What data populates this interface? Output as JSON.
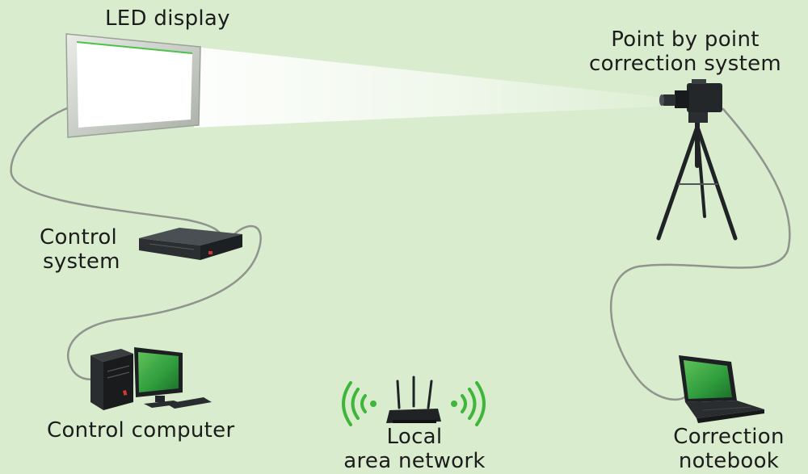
{
  "labels": {
    "led_display": "LED display",
    "correction_system": [
      "Point by point",
      "correction system"
    ],
    "control_system": [
      "Control",
      "system"
    ],
    "control_computer": "Control computer",
    "local_area_network": [
      "Local",
      "area network"
    ],
    "correction_notebook": [
      "Correction",
      "notebook"
    ]
  },
  "colors": {
    "background": "#d9ecce",
    "cable": "#8a8f88",
    "wifi_waves": "#3fb53a",
    "screen_green": "#2e9b3c",
    "device_dark": "#1f2326"
  },
  "icons": [
    "led-panel-icon",
    "camera-icon",
    "tripod-icon",
    "controller-box-icon",
    "desktop-computer-icon",
    "monitor-icon",
    "router-icon",
    "wifi-wave-icon",
    "laptop-icon"
  ]
}
